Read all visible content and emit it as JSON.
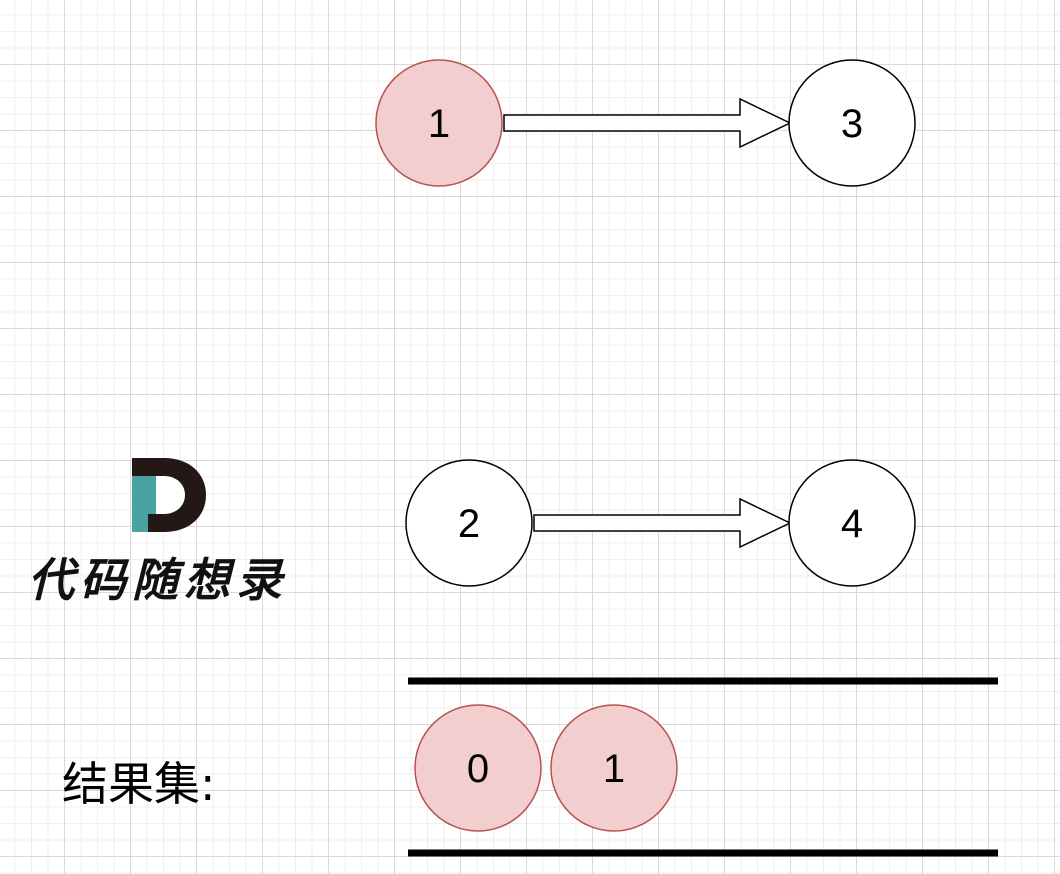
{
  "graph": {
    "nodes": [
      {
        "id": "node-1",
        "label": "1",
        "highlighted": true
      },
      {
        "id": "node-3",
        "label": "3",
        "highlighted": false
      },
      {
        "id": "node-2",
        "label": "2",
        "highlighted": false
      },
      {
        "id": "node-4",
        "label": "4",
        "highlighted": false
      }
    ],
    "edges": [
      {
        "from": "1",
        "to": "3"
      },
      {
        "from": "2",
        "to": "4"
      }
    ]
  },
  "result_set": {
    "label": "结果集:",
    "items": [
      "0",
      "1"
    ]
  },
  "logo": {
    "text": "代码随想录"
  },
  "colors": {
    "highlight_fill": "#f2cece",
    "highlight_stroke": "#b85450",
    "node_fill": "#ffffff",
    "node_stroke": "#000000",
    "logo_dark": "#231815",
    "logo_teal": "#4aa3a2"
  }
}
